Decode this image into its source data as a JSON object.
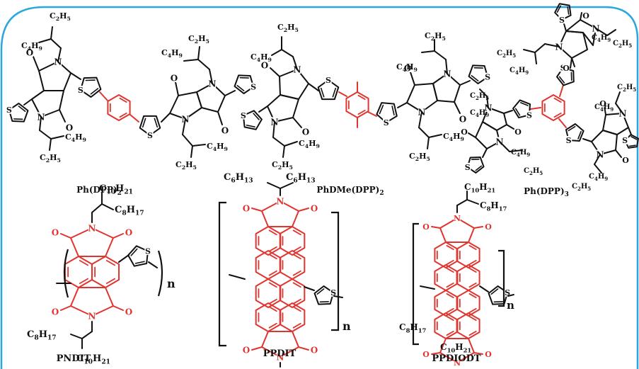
{
  "colors": {
    "frame": "#2aa7dc",
    "bond": "#111111",
    "core": "#e0342f",
    "background": "#ffffff"
  },
  "compounds": {
    "ph_dpp2": {
      "name": "Ph(DPP)",
      "sub": "2"
    },
    "phdme_dpp2": {
      "name": "PhDMe(DPP)",
      "sub": "2"
    },
    "ph_dpp3": {
      "name": "Ph(DPP)",
      "sub": "3"
    },
    "pndit": {
      "name": "PNDIT"
    },
    "ppdit": {
      "name": "PPDIT"
    },
    "ppdiodt": {
      "name": "PPDIODT"
    }
  },
  "atoms": {
    "N": "N",
    "O": "O",
    "S": "S",
    "n": "n"
  },
  "alkyl": {
    "c2h5": {
      "C": "C",
      "n1": "2",
      "H": "H",
      "n2": "5"
    },
    "c4h9": {
      "C": "C",
      "n1": "4",
      "H": "H",
      "n2": "9"
    },
    "c6h13": {
      "C": "C",
      "n1": "6",
      "H": "H",
      "n2": "13"
    },
    "c8h17": {
      "C": "C",
      "n1": "8",
      "H": "H",
      "n2": "17"
    },
    "c10h21": {
      "C": "C",
      "n1": "10",
      "H": "H",
      "n2": "21"
    }
  }
}
